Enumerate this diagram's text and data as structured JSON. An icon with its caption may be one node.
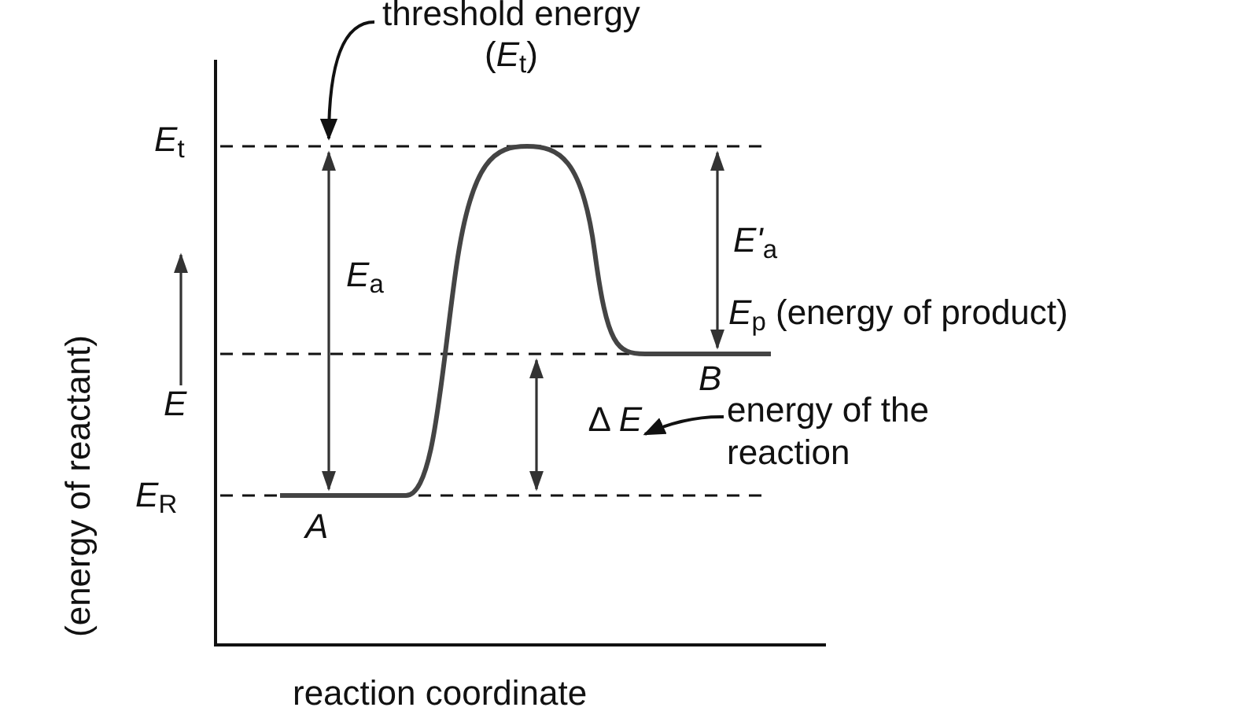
{
  "diagram": {
    "nodes": [
      {
        "text": [
          "threshold energy (*E*$_{t}$)"
        ]
      },
      {
        "text": [
          "Δ *E*"
        ]
      },
      {
        "text": [
          "energy of the reaction"
        ]
      }
    ],
    "edges": [
      {
        "from": 0,
        "to": null,
        "arrow": "to"
      },
      {
        "from": 2,
        "to": 1,
        "arrow": "to"
      }
    ],
    "labels": [
      "*E*$_{t}$",
      "*E'*$_{a}$",
      "*E*$_{a}$",
      "*E*$_{p}$ (energy of product)",
      "*B*",
      "*E*",
      "(energy of reactant)",
      "*E*$_{R}$",
      "*A*",
      "reaction coordinate"
    ]
  }
}
